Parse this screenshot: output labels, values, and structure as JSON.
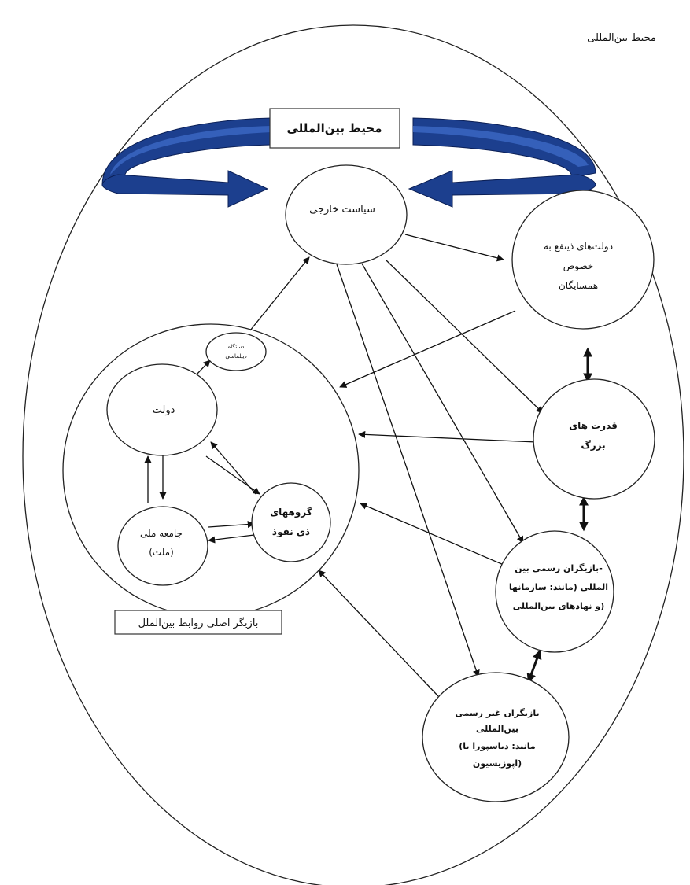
{
  "corner_label": "محیط بین‌المللی",
  "environment_banner": "محیط بین‌المللی",
  "foreign_policy": "سیاست خارجی",
  "stakeholder_states": [
    "دولت‌های ذینفع به",
    "خصوص",
    "همسایگان"
  ],
  "great_powers": [
    "قدرت های",
    "بزرگ"
  ],
  "formal_actors": [
    "بازیگران رسمی بین-",
    "المللی (مانند: سازمانها",
    "و نهادهای بین‌المللی)"
  ],
  "informal_actors": [
    "بازیگران غیر رسمی",
    "بین‌المللی",
    "(مانند: دیاسپورا یا",
    "اپوزیسیون)"
  ],
  "diplomatic_apparatus": [
    "دستگاه",
    "دیپلماسی"
  ],
  "state": "دولت",
  "influence_groups": [
    "گروههای",
    "ذی نفوذ"
  ],
  "national_society": [
    "جامعه ملی",
    "(ملت)"
  ],
  "main_actor_caption": "بازیگر اصلی روابط بین‌الملل"
}
